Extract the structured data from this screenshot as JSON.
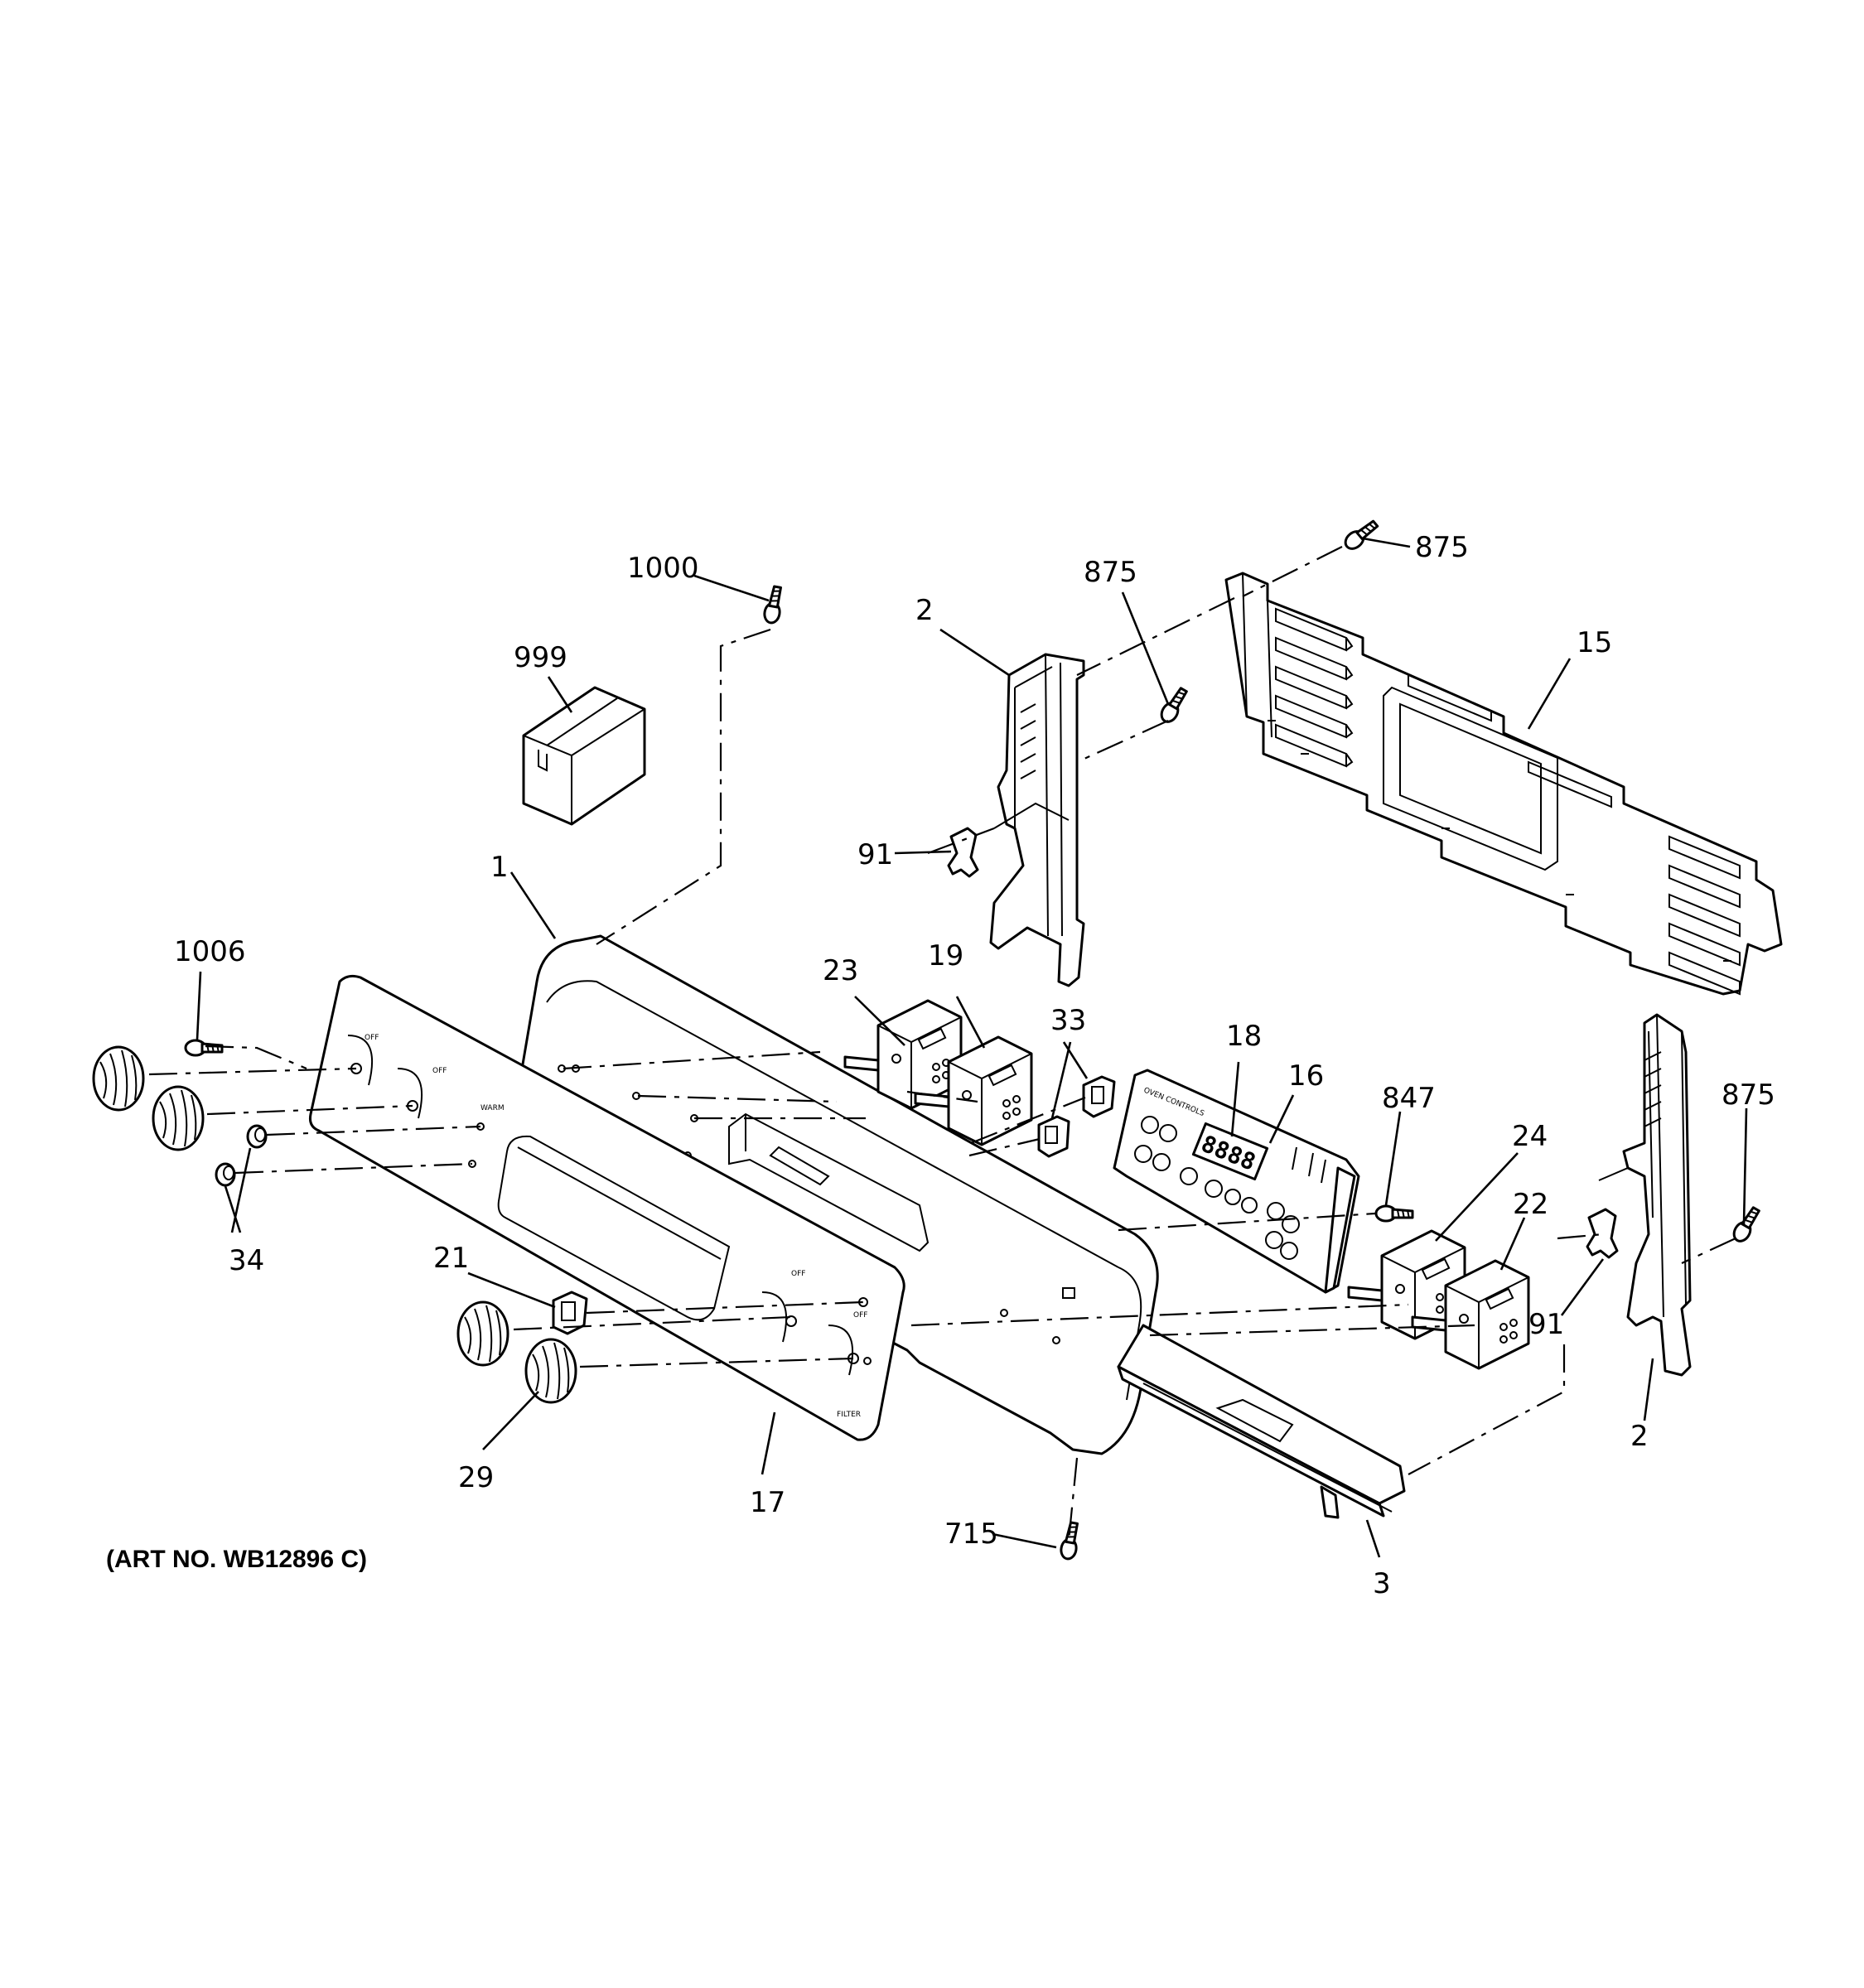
{
  "diagram": {
    "art_number": "(ART NO. WB12896 C)",
    "display_readout": "8888",
    "callouts": {
      "c1000": "1000",
      "c999": "999",
      "c2_top": "2",
      "c875_mid": "875",
      "c875_top": "875",
      "c15": "15",
      "c91_left": "91",
      "c1": "1",
      "c1006": "1006",
      "c23": "23",
      "c19": "19",
      "c33": "33",
      "c18": "18",
      "c16": "16",
      "c847": "847",
      "c24": "24",
      "c22": "22",
      "c875_right": "875",
      "c34": "34",
      "c21": "21",
      "c91_right": "91",
      "c2_bottom": "2",
      "c29": "29",
      "c17": "17",
      "c715": "715",
      "c3": "3"
    }
  }
}
